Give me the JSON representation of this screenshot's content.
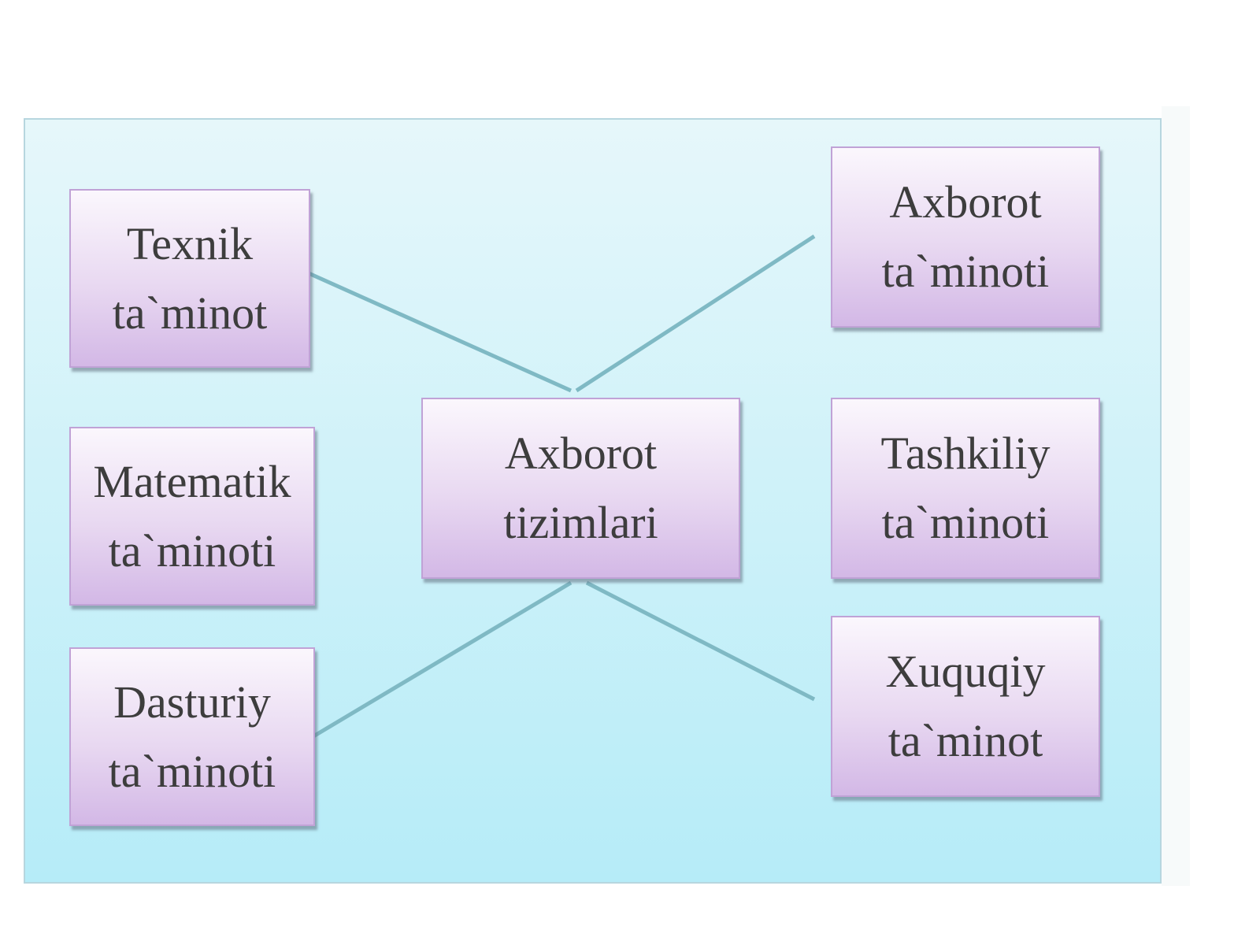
{
  "diagram": {
    "center": {
      "line1": "Axborot",
      "line2": "tizimlari"
    },
    "nodes": {
      "texnik": {
        "line1": "Texnik",
        "line2": "ta`minot"
      },
      "matematik": {
        "line1": "Matematik",
        "line2": "ta`minoti"
      },
      "dasturiy": {
        "line1": "Dasturiy",
        "line2": "ta`minoti"
      },
      "axborot": {
        "line1": "Axborot",
        "line2": "ta`minoti"
      },
      "tashkiliy": {
        "line1": "Tashkiliy",
        "line2": "ta`minoti"
      },
      "xuquqiy": {
        "line1": "Xuquqiy",
        "line2": "ta`minot"
      }
    },
    "colors": {
      "panel_top": "#e6f7fa",
      "panel_bottom": "#b6ecf8",
      "node_top": "#fbf7fd",
      "node_bottom": "#d3b8e6",
      "node_border": "#c0a2d6",
      "connector": "#7fb9c4",
      "text": "#3d3d3d"
    }
  }
}
